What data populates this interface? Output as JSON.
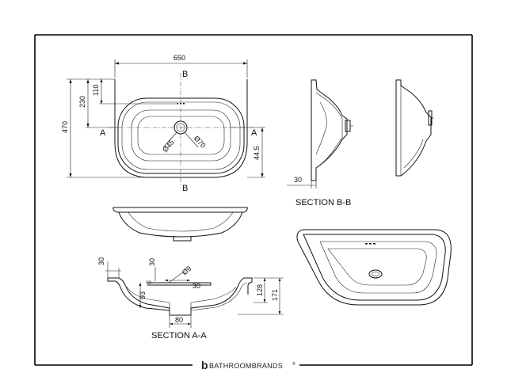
{
  "plan": {
    "dims": {
      "width": "650",
      "depth": "470",
      "to_bowl": "230",
      "to_taphole": "110",
      "offset": "44.5",
      "waste": "Ø45",
      "overflow": "Ø70"
    },
    "section_marks": {
      "a_left": "A",
      "a_right": "A",
      "b_top": "B",
      "b_bottom": "B"
    }
  },
  "section_bb": {
    "title": "SECTION B-B",
    "dims": {
      "rim": "30"
    }
  },
  "section_aa": {
    "title": "SECTION A-A",
    "dims": {
      "rim_left": "30",
      "rim_inner": "30",
      "taphole": "Ø9",
      "shelf": "30",
      "bowl_depth": "93",
      "inner_height": "128",
      "total_height": "171",
      "waste_width": "80"
    }
  },
  "brand": {
    "name": "BATHROOMBRANDS",
    "mark": "®",
    "logo_letter": "b"
  }
}
